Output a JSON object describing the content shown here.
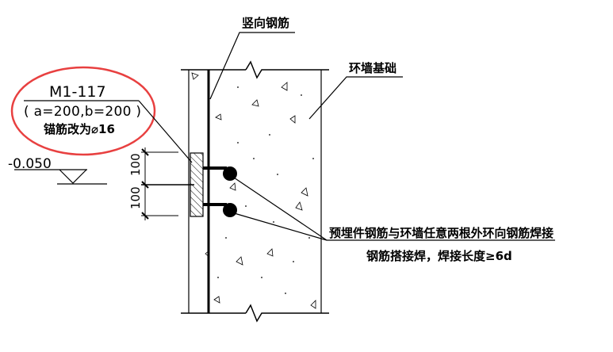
{
  "labels": {
    "vertical_rebar": "竖向钢筋",
    "ring_wall_foundation": "环墙基础",
    "embed_id": "M1-117",
    "embed_size": "( a=200,b=200 )",
    "anchor_note": "锚筋改为⌀16",
    "elevation": "-0.050",
    "dim_upper": "100",
    "dim_lower": "100",
    "weld_note_line1": "预埋件钢筋与环墙任意两根外环向钢筋焊接",
    "weld_note_line2": "钢筋搭接焊，焊接长度≥6d"
  },
  "colors": {
    "highlight": "#e84040",
    "line": "#000000"
  }
}
